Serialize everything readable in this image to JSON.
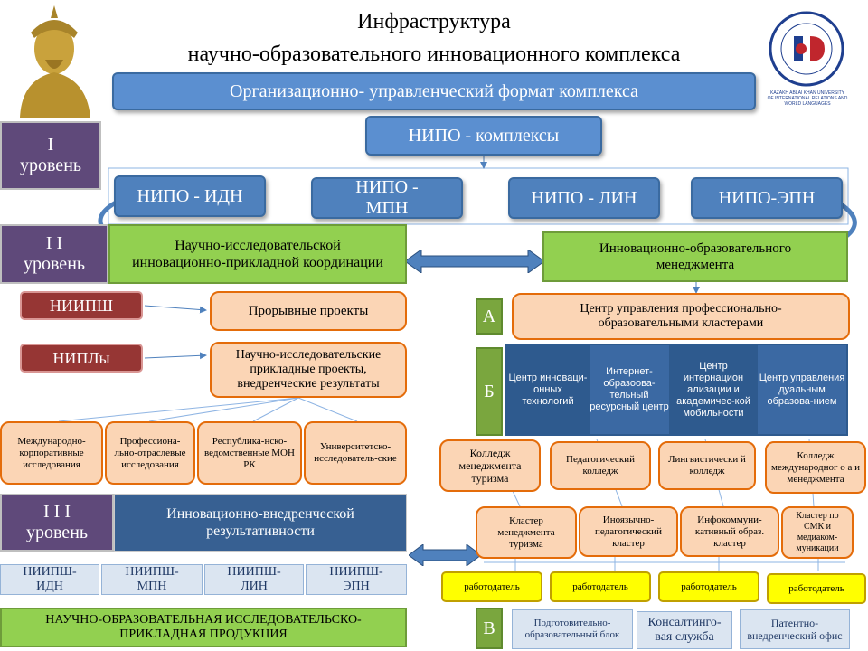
{
  "title": {
    "line1": "Инфраструктура",
    "line2": "научно-образовательного  инновационного комплекса"
  },
  "logo": {
    "circle_text": "KAZAKH ABLAI KHAN UNIVERSITY",
    "caption": "KAZAKH ABLAI KHAN UNIVERSITY OF INTERNATIONAL RELATIONS AND WORLD LANGUAGES"
  },
  "org_format": "Организационно- управленческий формат комплекса",
  "nipo_complexes": "НИПО - комплексы",
  "levels": {
    "l1": "I\nуровень",
    "l2": "I I\nуровень",
    "l3": "I I I\nуровень"
  },
  "nipo": [
    "НИПО - ИДН",
    "НИПО -\nМПН",
    "НИПО - ЛИН",
    "НИПО-ЭПН"
  ],
  "research_coord": "Научно-исследовательской инновационно-прикладной координации",
  "innov_mgmt": "Инновационно-образовательного менеджмента",
  "niipsh": "НИИПШ",
  "nipl": "НИПЛы",
  "breakthrough": "Прорывные проекты",
  "applied_projects": "Научно-исследовательские прикладные проекты, внедренческие результаты",
  "research_types": [
    "Международно-корпоративные исследования",
    "Профессиона-льно-отраслевые исследования",
    "Республика-нско-ведомственные МОН РК",
    "Университетско-исследователь-ские"
  ],
  "impl_results": "Инновационно-внедренческой результативности",
  "niipsh_units": [
    "НИИПШ-\nИДН",
    "НИИПШ-\nМПН",
    "НИИПШ-\nЛИН",
    "НИИПШ-\nЭПН"
  ],
  "product": "НАУЧНО-ОБРАЗОВАТЕЛЬНАЯ ИССЛЕДОВАТЕЛЬСКО-ПРИКЛАДНАЯ ПРОДУКЦИЯ",
  "letters": {
    "a": "А",
    "b": "Б",
    "v": "В"
  },
  "cluster_center": "Центр управления профессионально-образовательными кластерами",
  "centers": [
    "Центр инноваци-онных технологий",
    "Интернет-образоова-тельный ресурсный центр",
    "Центр интернацион ализации  и академичес-кой мобильности",
    "Центр управления дуальным образова-нием"
  ],
  "colleges": [
    "Колледж менеджмента туризма",
    "Педагогический колледж",
    "Лингвистически й колледж",
    "Колледж международног о а и менеджмента"
  ],
  "clusters": [
    "Кластер менеджмента туризма",
    "Иноязычно-педагогический кластер",
    "Инфокоммуни-кативный образ. кластер",
    "Кластер по СМК и медиаком-муникации"
  ],
  "employer": "работодатель",
  "services": [
    "Подготовительно-образовательный блок",
    "Консалтинго-вая служба",
    "Патентно-внедренческий офис"
  ]
}
